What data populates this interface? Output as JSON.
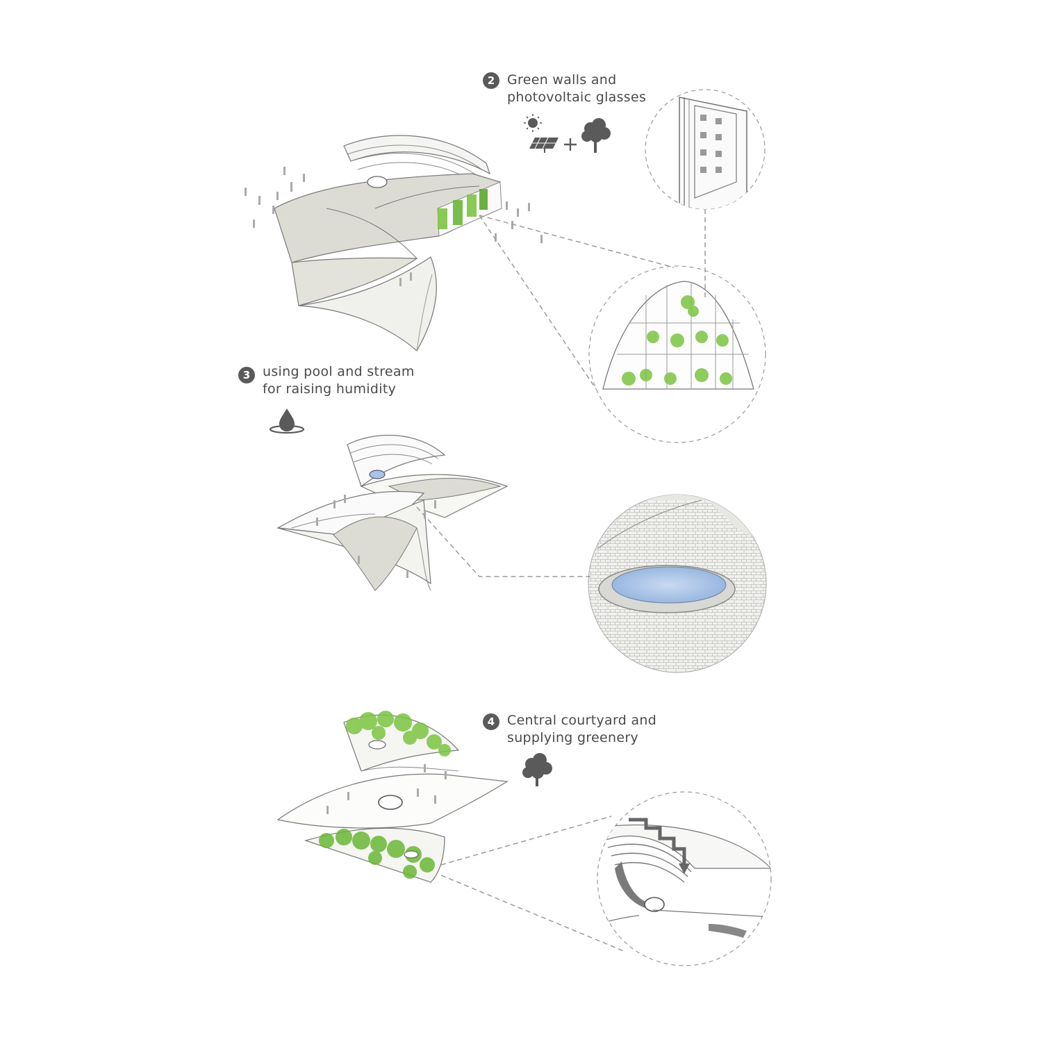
{
  "sections": [
    {
      "number": "2",
      "lines": [
        "Green walls and",
        "photovoltaic glasses"
      ]
    },
    {
      "number": "3",
      "lines": [
        "using pool and stream",
        "for raising humidity"
      ]
    },
    {
      "number": "4",
      "lines": [
        "Central courtyard and",
        "supplying greenery"
      ]
    }
  ],
  "icons": {
    "section2": [
      "sun-icon",
      "solar-panel-icon",
      "plus-icon",
      "tree-icon"
    ],
    "section3": [
      "water-drop-icon"
    ],
    "section4": [
      "tree-icon"
    ]
  },
  "colors": {
    "ink": "#555555",
    "badge": "#5a5a5a",
    "roof": "#dcdcd4",
    "greenery": "#7cc442",
    "greenery_dark": "#4f9a2a",
    "water": "#a8c4e8",
    "dash": "#9a9a9a"
  }
}
